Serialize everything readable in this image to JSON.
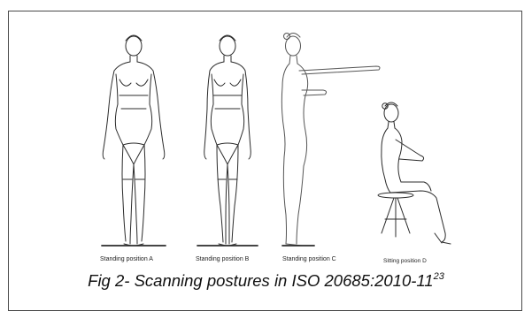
{
  "figure": {
    "postures": [
      {
        "label": "Standing position A",
        "icon": "standing-front-arms-down-figure-icon"
      },
      {
        "label": "Standing position B",
        "icon": "standing-front-feet-together-figure-icon"
      },
      {
        "label": "Standing position C",
        "icon": "standing-side-arms-extended-figure-icon"
      },
      {
        "label": "Sitting position D",
        "icon": "sitting-side-on-stool-figure-icon"
      }
    ],
    "line_color": "#2b2b2b"
  },
  "caption": {
    "text": "Fig 2- Scanning postures in ISO 20685:2010-11",
    "superscript": "23"
  }
}
